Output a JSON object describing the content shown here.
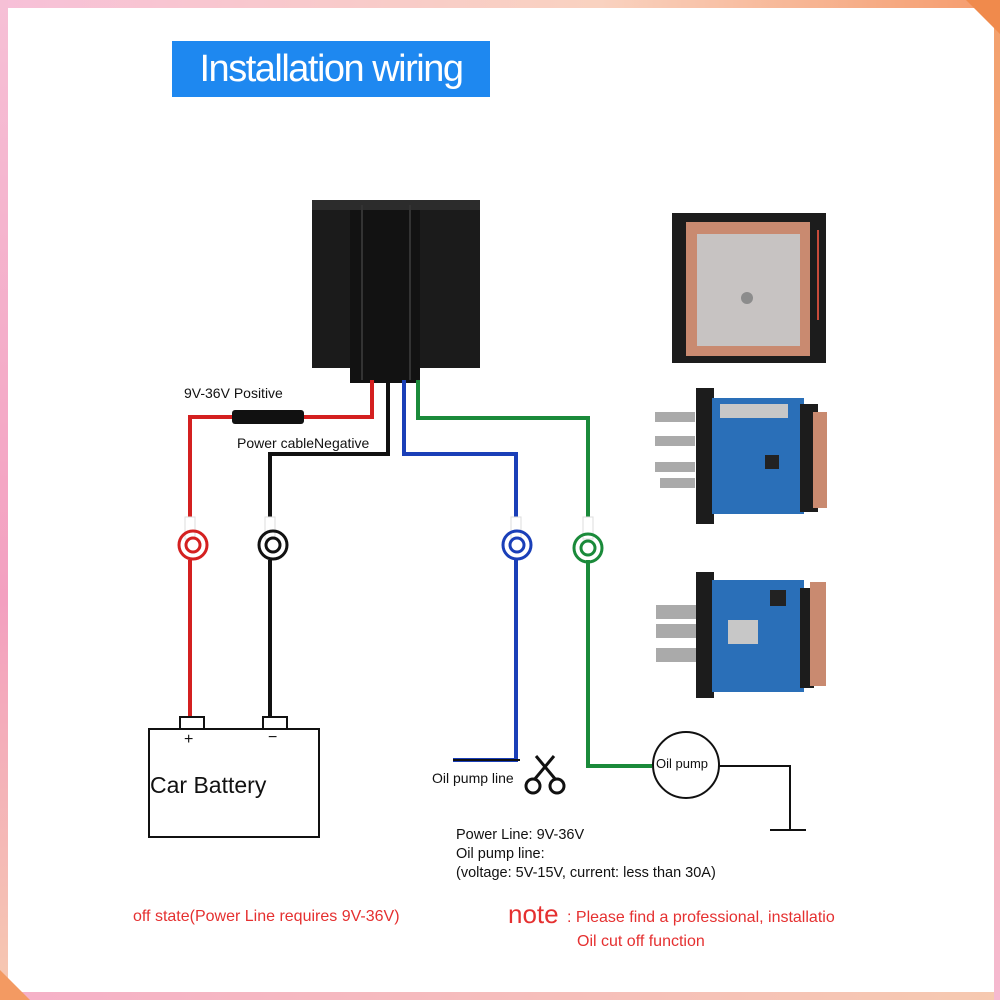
{
  "title": "Installation wiring",
  "labels": {
    "positive": "9V-36V Positive",
    "negative": "Power cableNegative",
    "battery": "Car Battery",
    "battery_plus": "+",
    "battery_minus": "−",
    "oil_pump_line": "Oil pump line",
    "oil_pump": "Oil pump"
  },
  "specs": {
    "line1": "Power Line: 9V-36V",
    "line2": "Oil pump line:",
    "line3": "(voltage: 5V-15V, current: less than 30A)"
  },
  "footer": {
    "off_state": "off state(Power Line requires 9V-36V)",
    "note_word": "note",
    "note_text": ": Please find a professional, installatio",
    "note_text2": "Oil cut off function"
  },
  "colors": {
    "title_bg": "#1e88f0",
    "positive_wire": "#d42020",
    "negative_wire": "#111111",
    "oil_line_wire": "#1a3fb8",
    "pump_wire": "#1a8a3a",
    "note_text": "#e53030"
  }
}
